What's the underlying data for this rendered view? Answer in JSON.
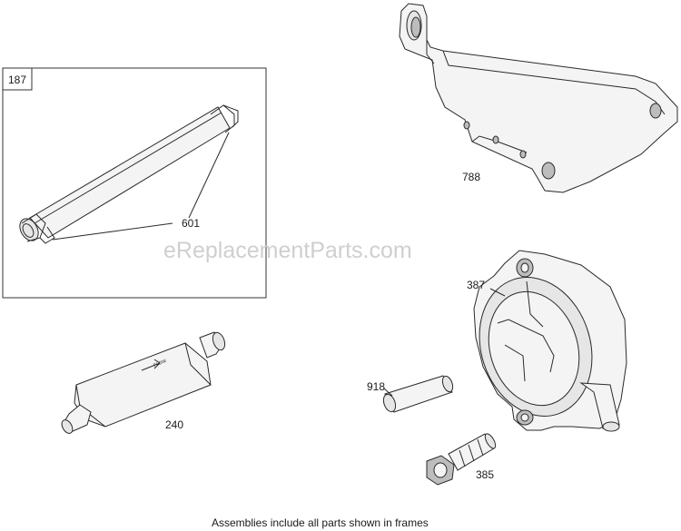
{
  "frame": {
    "label": "187"
  },
  "parts": {
    "tube": "601",
    "bracket": "788",
    "pump": "387",
    "filter": "240",
    "nipple": "918",
    "fitting": "385"
  },
  "filter_marking": "FLOW",
  "watermark": "eReplacementParts.com",
  "caption": "Assemblies include all parts shown in frames"
}
